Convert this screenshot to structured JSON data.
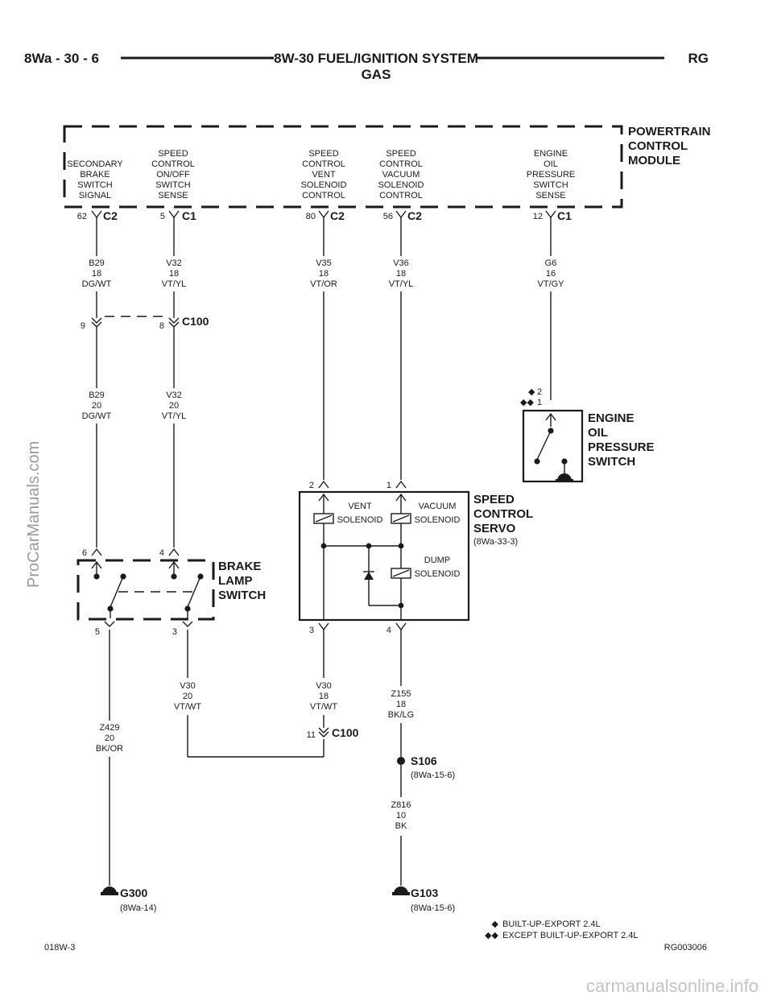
{
  "header": {
    "left": "8Wa - 30 - 6",
    "title_line1": "8W-30 FUEL/IGNITION SYSTEM",
    "title_line2": "GAS",
    "right": "RG"
  },
  "pcm": {
    "name_lines": [
      "POWERTRAIN",
      "CONTROL",
      "MODULE"
    ],
    "circuits": [
      {
        "label_lines": [
          "SECONDARY",
          "BRAKE",
          "SWITCH",
          "SIGNAL"
        ],
        "pin": "62",
        "connector": "C2"
      },
      {
        "label_lines": [
          "SPEED",
          "CONTROL",
          "ON/OFF",
          "SWITCH",
          "SENSE"
        ],
        "pin": "5",
        "connector": "C1"
      },
      {
        "label_lines": [
          "SPEED",
          "CONTROL",
          "VENT",
          "SOLENOID",
          "CONTROL"
        ],
        "pin": "80",
        "connector": "C2"
      },
      {
        "label_lines": [
          "SPEED",
          "CONTROL",
          "VACUUM",
          "SOLENOID",
          "CONTROL"
        ],
        "pin": "56",
        "connector": "C2"
      },
      {
        "label_lines": [
          "ENGINE",
          "OIL",
          "PRESSURE",
          "SWITCH",
          "SENSE"
        ],
        "pin": "12",
        "connector": "C1"
      }
    ]
  },
  "wires": {
    "b29_18": [
      "B29",
      "18",
      "DG/WT"
    ],
    "v32_18": [
      "V32",
      "18",
      "VT/YL"
    ],
    "v35_18": [
      "V35",
      "18",
      "VT/OR"
    ],
    "v36_18": [
      "V36",
      "18",
      "VT/YL"
    ],
    "g6_16": [
      "G6",
      "16",
      "VT/GY"
    ],
    "b29_20": [
      "B29",
      "20",
      "DG/WT"
    ],
    "v32_20": [
      "V32",
      "20",
      "VT/YL"
    ],
    "v30_20": [
      "V30",
      "20",
      "VT/WT"
    ],
    "v30_18": [
      "V30",
      "18",
      "VT/WT"
    ],
    "z155_18": [
      "Z155",
      "18",
      "BK/LG"
    ],
    "z429_20": [
      "Z429",
      "20",
      "BK/OR"
    ],
    "z816_10": [
      "Z816",
      "10",
      "BK"
    ]
  },
  "c100": {
    "name": "C100",
    "pin_b29": "9",
    "pin_v32": "8",
    "pin_v30": "11"
  },
  "engine_oil_pressure_switch": {
    "name_lines": [
      "ENGINE",
      "OIL",
      "PRESSURE",
      "SWITCH"
    ],
    "pin_a": "2",
    "pin_b": "1"
  },
  "speed_control_servo": {
    "name_lines": [
      "SPEED",
      "CONTROL",
      "SERVO"
    ],
    "ref": "(8Wa-33-3)",
    "vent_lines": [
      "VENT",
      "SOLENOID"
    ],
    "vacuum_lines": [
      "VACUUM",
      "SOLENOID"
    ],
    "dump_lines": [
      "DUMP",
      "SOLENOID"
    ],
    "pin_top_left": "2",
    "pin_top_right": "1",
    "pin_bottom_left": "3",
    "pin_bottom_right": "4"
  },
  "brake_lamp_switch": {
    "name_lines": [
      "BRAKE",
      "LAMP",
      "SWITCH"
    ],
    "pin_top_left": "6",
    "pin_top_right": "4",
    "pin_bottom_left": "5",
    "pin_bottom_right": "3"
  },
  "splice": {
    "name": "S106",
    "ref": "(8Wa-15-6)"
  },
  "grounds": [
    {
      "name": "G300",
      "ref": "(8Wa-14)"
    },
    {
      "name": "G103",
      "ref": "(8Wa-15-6)"
    }
  ],
  "legend": [
    {
      "symbol": "◆",
      "text": "BUILT-UP-EXPORT 2.4L"
    },
    {
      "symbol": "◆◆",
      "text": "EXCEPT BUILT-UP-EXPORT 2.4L"
    }
  ],
  "footer": {
    "left": "018W-3",
    "right": "RG003006"
  },
  "watermarks": {
    "side": "ProCarManuals.com",
    "bottom": "carmanualsonline.info"
  }
}
